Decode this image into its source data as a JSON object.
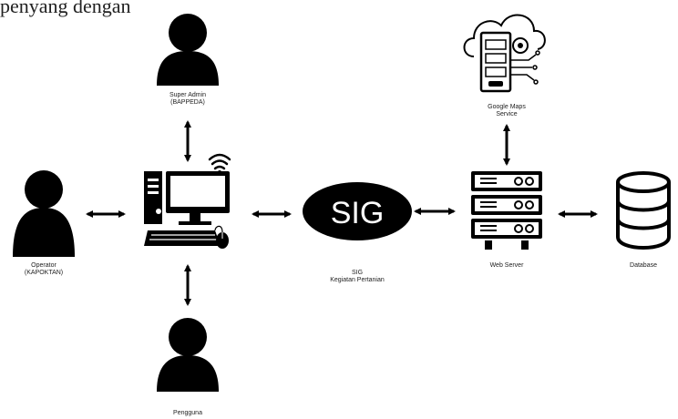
{
  "header_text": "penyang dengan",
  "nodes": {
    "super_admin": {
      "line1": "Super Admin",
      "line2": "(BAPPEDA)"
    },
    "google_maps": {
      "line1": "Google Maps",
      "line2": "Service"
    },
    "operator": {
      "line1": "Operator",
      "line2": "(KAPOKTAN)"
    },
    "sig": {
      "badge": "SIG",
      "line1": "SIG",
      "line2": "Kegiatan Pertanian"
    },
    "web_server": {
      "line1": "Web Server"
    },
    "database": {
      "line1": "Database"
    },
    "pengguna": {
      "line1": "Pengguna"
    }
  },
  "icons": [
    "user-icon",
    "computer-icon",
    "wifi-icon",
    "cloud-server-icon",
    "server-icon",
    "database-icon"
  ],
  "colors": {
    "ink": "#000000",
    "background": "#ffffff"
  }
}
